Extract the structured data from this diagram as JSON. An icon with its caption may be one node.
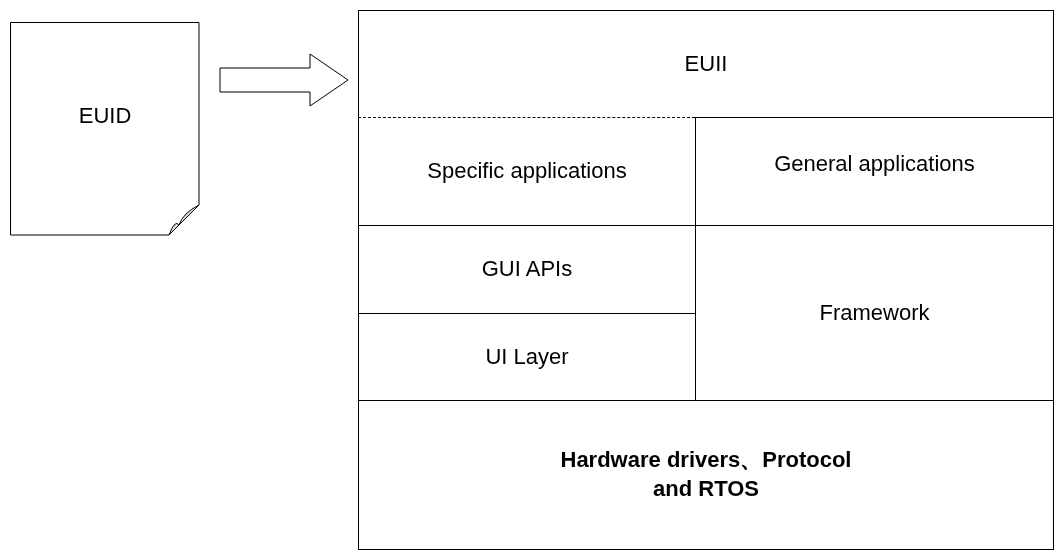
{
  "diagram": {
    "nodes": [
      {
        "text": [
          "EUID"
        ]
      },
      {
        "text": [
          "EUII"
        ]
      },
      {
        "text": [
          "Specific applications"
        ]
      },
      {
        "text": [
          "General applications"
        ]
      },
      {
        "text": [
          "GUI APIs"
        ]
      },
      {
        "text": [
          "UI Layer"
        ]
      },
      {
        "text": [
          "Framework"
        ]
      },
      {
        "text": [
          "Hardware drivers、Protocol and RTOS"
        ]
      }
    ],
    "edges": [
      {
        "from": 0,
        "to": 1,
        "arrow": "to"
      }
    ]
  }
}
